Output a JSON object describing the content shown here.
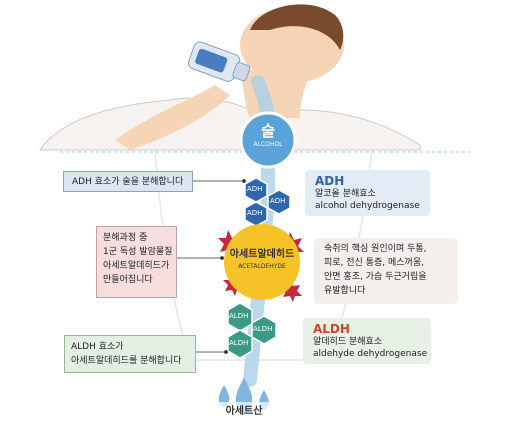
{
  "alcohol": {
    "ko": "술",
    "en": "ALCOHOL"
  },
  "acetaldehyde": {
    "ko": "아세트알데히드",
    "en": "ACETALDEHYDE"
  },
  "acetic_acid": "아세트산",
  "adh_enzymes": [
    "ADH",
    "ADH",
    "ADH"
  ],
  "aldh_enzymes": [
    "ALDH",
    "ALDH",
    "ALDH"
  ],
  "left_boxes": {
    "adh_step": [
      "ADH 효소가 술을 분해합니다"
    ],
    "toxic_step": [
      "분해과정 중",
      "1군 독성 발암물질",
      "아세트알데히드가",
      "만들어집니다"
    ],
    "aldh_step": [
      "ALDH 효소가",
      "아세트알데히드를 분해합니다"
    ]
  },
  "right_callouts": {
    "adh": {
      "title": "ADH",
      "ko": "알코올 분해효소",
      "en": "alcohol dehydrogenase"
    },
    "hangover": [
      "숙취의 핵심 원인이며 두통,",
      "피로, 전신 통증, 메스꺼움,",
      "안면 홍조, 가슴 두근거림을",
      "유발합니다"
    ],
    "aldh": {
      "title": "ALDH",
      "ko": "알데히드 분해효소",
      "en": "aldehyde dehydrogenase"
    }
  },
  "colors": {
    "hexagon": "#2e67b0",
    "hexagon_aldh": "#3b9a86",
    "acetaldehyde_circle": "#f5c327",
    "burst": "#c8283c",
    "water_drop": "#7fb6e0",
    "skin": "#f6d5b6",
    "flow": "#a9cfe6"
  }
}
